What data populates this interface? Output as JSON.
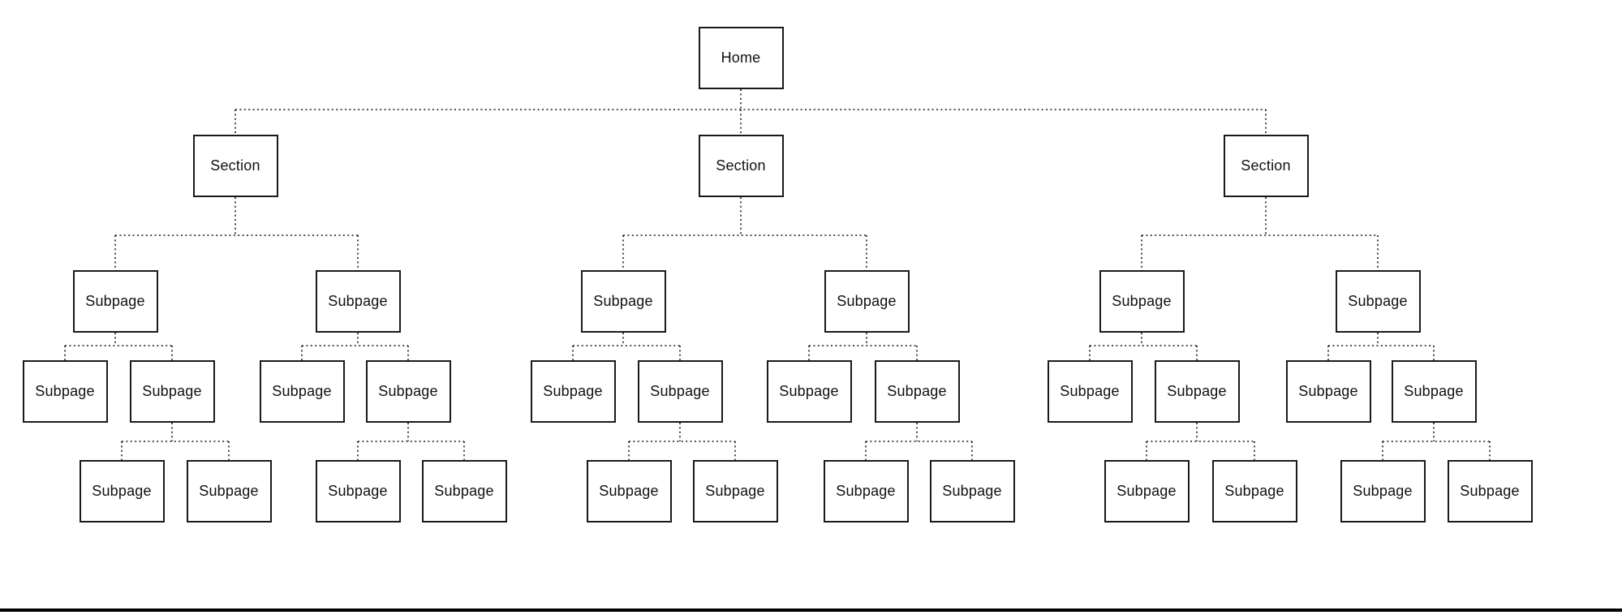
{
  "colors": {
    "background": "#ffffff",
    "box_border": "#1a1a1a",
    "connector_line": "#1a1a1a",
    "text": "#111111",
    "bottom_rule": "#000000"
  },
  "diagram": {
    "root": {
      "label": "Home",
      "children": [
        {
          "label": "Section",
          "children": [
            {
              "label": "Subpage",
              "children": [
                {
                  "label": "Subpage",
                  "children": []
                },
                {
                  "label": "Subpage",
                  "children": [
                    {
                      "label": "Subpage",
                      "children": []
                    },
                    {
                      "label": "Subpage",
                      "children": []
                    }
                  ]
                }
              ]
            },
            {
              "label": "Subpage",
              "children": [
                {
                  "label": "Subpage",
                  "children": []
                },
                {
                  "label": "Subpage",
                  "children": [
                    {
                      "label": "Subpage",
                      "children": []
                    },
                    {
                      "label": "Subpage",
                      "children": []
                    }
                  ]
                }
              ]
            }
          ]
        },
        {
          "label": "Section",
          "children": [
            {
              "label": "Subpage",
              "children": [
                {
                  "label": "Subpage",
                  "children": []
                },
                {
                  "label": "Subpage",
                  "children": [
                    {
                      "label": "Subpage",
                      "children": []
                    },
                    {
                      "label": "Subpage",
                      "children": []
                    }
                  ]
                }
              ]
            },
            {
              "label": "Subpage",
              "children": [
                {
                  "label": "Subpage",
                  "children": []
                },
                {
                  "label": "Subpage",
                  "children": [
                    {
                      "label": "Subpage",
                      "children": []
                    },
                    {
                      "label": "Subpage",
                      "children": []
                    }
                  ]
                }
              ]
            }
          ]
        },
        {
          "label": "Section",
          "children": [
            {
              "label": "Subpage",
              "children": [
                {
                  "label": "Subpage",
                  "children": []
                },
                {
                  "label": "Subpage",
                  "children": [
                    {
                      "label": "Subpage",
                      "children": []
                    },
                    {
                      "label": "Subpage",
                      "children": []
                    }
                  ]
                }
              ]
            },
            {
              "label": "Subpage",
              "children": [
                {
                  "label": "Subpage",
                  "children": []
                },
                {
                  "label": "Subpage",
                  "children": [
                    {
                      "label": "Subpage",
                      "children": []
                    },
                    {
                      "label": "Subpage",
                      "children": []
                    }
                  ]
                }
              ]
            }
          ]
        }
      ]
    }
  }
}
